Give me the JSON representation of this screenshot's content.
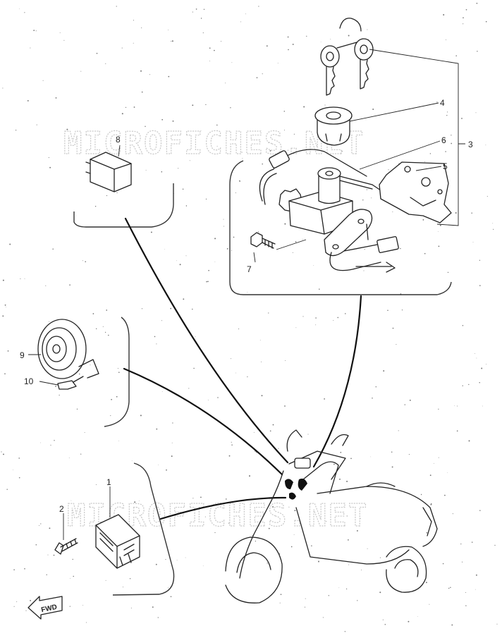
{
  "watermark": {
    "text_top": "MICROFICHES.NET",
    "text_bottom": "MICROFICHES.NET"
  },
  "callouts": {
    "c1": "1",
    "c2": "2",
    "c3": "3",
    "c4": "4",
    "c5": "5",
    "c6": "6",
    "c7": "7",
    "c8": "8",
    "c9": "9",
    "c10": "10"
  },
  "fwd_label": "FWD"
}
